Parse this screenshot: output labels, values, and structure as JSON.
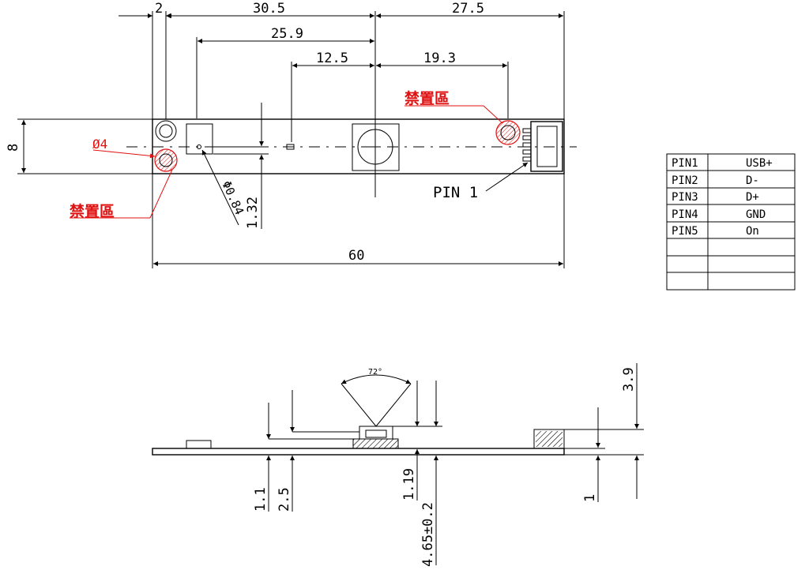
{
  "top_view": {
    "dim_2": "2",
    "dim_30_5": "30.5",
    "dim_27_5": "27.5",
    "dim_25_9": "25.9",
    "dim_12_5": "12.5",
    "dim_19_3": "19.3",
    "dim_8": "8",
    "dim_60": "60",
    "dim_dia4": "Ø4",
    "dim_dia084": "Φ0.84",
    "dim_132": "1.32",
    "keepout_1": "禁置區",
    "keepout_2": "禁置區",
    "pin1_label": "PIN 1"
  },
  "pin_table": {
    "rows": [
      {
        "pin": "PIN1",
        "signal": "USB+"
      },
      {
        "pin": "PIN2",
        "signal": "D-"
      },
      {
        "pin": "PIN3",
        "signal": "D+"
      },
      {
        "pin": "PIN4",
        "signal": "GND"
      },
      {
        "pin": "PIN5",
        "signal": "On"
      },
      {
        "pin": "",
        "signal": ""
      },
      {
        "pin": "",
        "signal": ""
      },
      {
        "pin": "",
        "signal": ""
      }
    ]
  },
  "side_view": {
    "angle": "72°",
    "dim_39": "3.9",
    "dim_11": "1.1",
    "dim_25": "2.5",
    "dim_119": "1.19",
    "dim_465": "4.65±0.2",
    "dim_1": "1"
  },
  "colors": {
    "line": "#000000",
    "keepout": "#e01010"
  }
}
